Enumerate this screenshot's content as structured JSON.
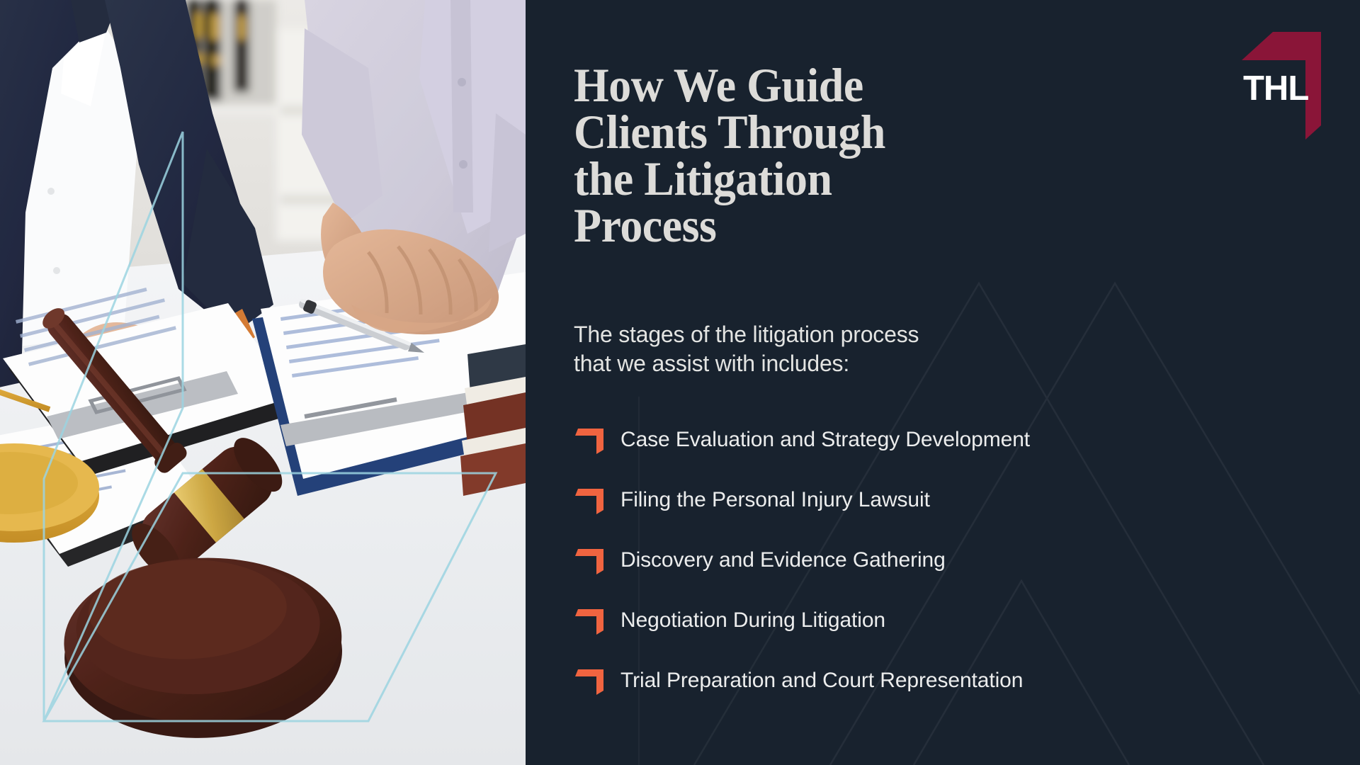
{
  "colors": {
    "panel_bg": "#18222e",
    "accent_orange": "#f06440",
    "logo_maroon": "#8a1538",
    "heading_text": "#dddcd9",
    "body_text": "#e8e9e9",
    "lineart_teal": "#9bd4e0"
  },
  "logo": {
    "text": "THL",
    "shape": "corner-arrow-mark"
  },
  "heading": {
    "lines": [
      "How We Guide",
      "Clients Through",
      "the Litigation",
      "Process"
    ],
    "full": "How We Guide Clients Through the Litigation Process"
  },
  "subheading": {
    "lines": [
      "The stages of the litigation process",
      "that we assist with includes:"
    ],
    "full": "The stages of the litigation process that we assist with includes:"
  },
  "list": {
    "bullet_icon": "orange-corner-arrow-icon",
    "items": [
      {
        "label": "Case Evaluation and Strategy Development"
      },
      {
        "label": "Filing the Personal Injury Lawsuit"
      },
      {
        "label": "Discovery and Evidence Gathering"
      },
      {
        "label": "Negotiation During Litigation"
      },
      {
        "label": "Trial Preparation and Court Representation"
      }
    ]
  },
  "photo": {
    "description": "Attorney in navy blazer holding a pen consults with a client in a lavender shirt across a white desk; gavel, scales of justice, clipboards and law books are on the desk.",
    "overlay": "teal-corner-outline"
  }
}
